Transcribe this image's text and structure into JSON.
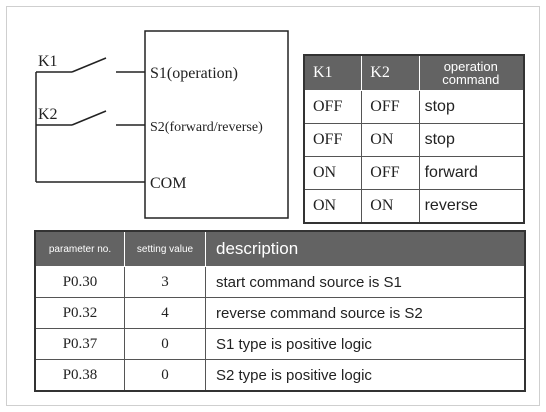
{
  "diagram": {
    "switch_labels": [
      "K1",
      "K2"
    ],
    "terminal_labels": [
      "S1(operation)",
      "S2(forward/reverse)",
      "COM"
    ]
  },
  "truth_table": {
    "headers": [
      "K1",
      "K2",
      "operation command"
    ],
    "rows": [
      [
        "OFF",
        "OFF",
        "stop"
      ],
      [
        "OFF",
        "ON",
        "stop"
      ],
      [
        "ON",
        "OFF",
        "forward"
      ],
      [
        "ON",
        "ON",
        "reverse"
      ]
    ]
  },
  "param_table": {
    "headers": [
      "parameter no.",
      "setting value",
      "description"
    ],
    "rows": [
      [
        "P0.30",
        "3",
        "start command source is S1"
      ],
      [
        "P0.32",
        "4",
        "reverse command source is S2"
      ],
      [
        "P0.37",
        "0",
        "S1 type is positive logic"
      ],
      [
        "P0.38",
        "0",
        "S2 type is positive logic"
      ]
    ]
  }
}
